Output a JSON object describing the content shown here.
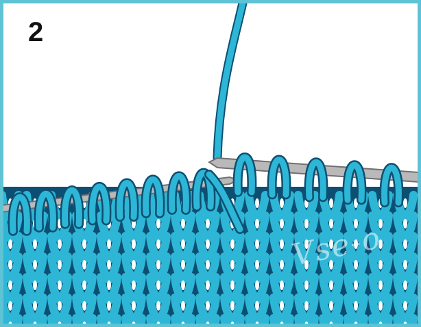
{
  "step": {
    "number": "2"
  },
  "watermark": {
    "text": "Vse-o"
  },
  "colors": {
    "frame": "#5fc3d6",
    "yarn": "#2eb6d6",
    "yarn_outline": "#0d4f73",
    "needle": "#b9b9b9",
    "needle_outline": "#6f6f6f",
    "background": "#ffffff"
  },
  "illustration": {
    "subject": "knitting-stitches-on-needles",
    "left_needle_loops": 8,
    "right_needle_loops": 5,
    "fabric_rows": 6
  }
}
